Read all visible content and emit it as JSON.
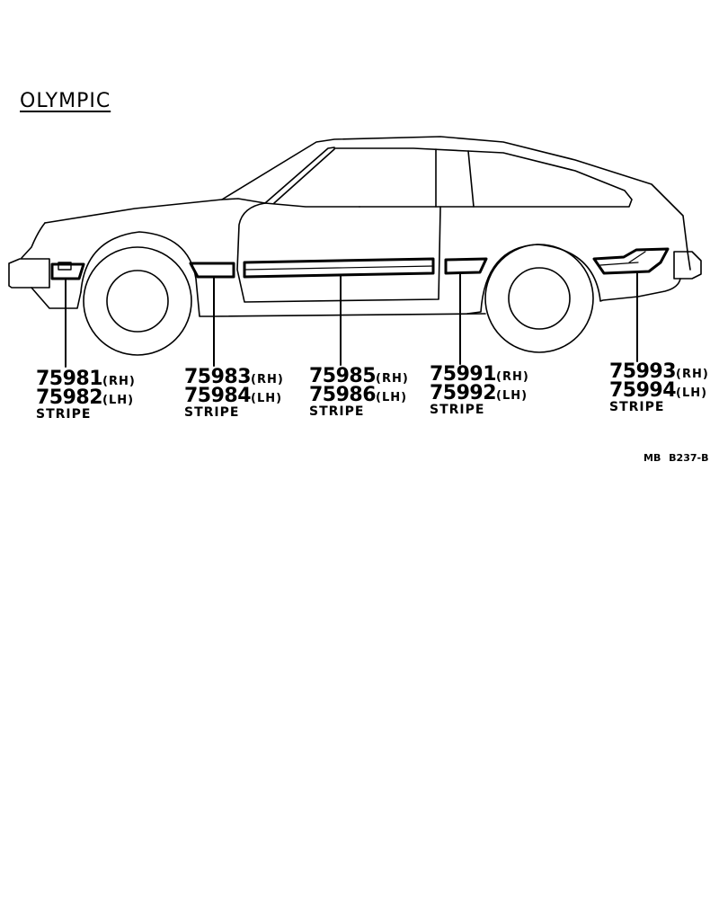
{
  "title": "OLYMPIC",
  "drawing_code": "MB  B237-B",
  "callouts": [
    {
      "rh_part": "75981",
      "rh_side": "(RH)",
      "lh_part": "75982",
      "lh_side": "(LH)",
      "description": "STRIPE"
    },
    {
      "rh_part": "75983",
      "rh_side": "(RH)",
      "lh_part": "75984",
      "lh_side": "(LH)",
      "description": "STRIPE"
    },
    {
      "rh_part": "75985",
      "rh_side": "(RH)",
      "lh_part": "75986",
      "lh_side": "(LH)",
      "description": "STRIPE"
    },
    {
      "rh_part": "75991",
      "rh_side": "(RH)",
      "lh_part": "75992",
      "lh_side": "(LH)",
      "description": "STRIPE"
    },
    {
      "rh_part": "75993",
      "rh_side": "(RH)",
      "lh_part": "75994",
      "lh_side": "(LH)",
      "description": "STRIPE"
    }
  ]
}
